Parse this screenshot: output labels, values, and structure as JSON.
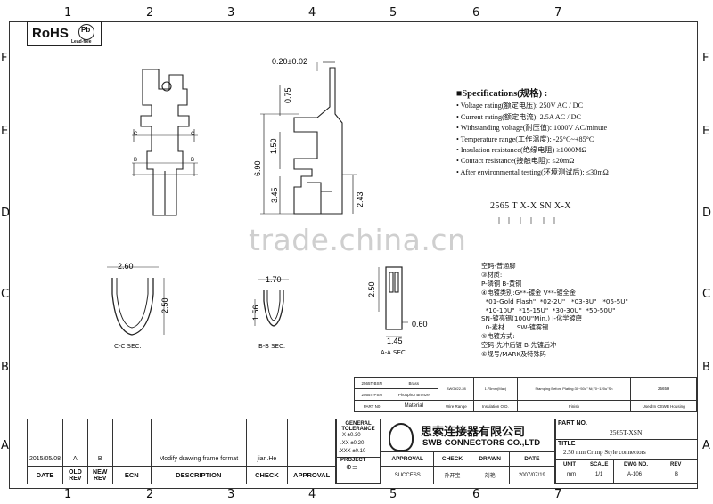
{
  "zones": {
    "cols": [
      "1",
      "2",
      "3",
      "4",
      "5",
      "6",
      "7"
    ],
    "rows": [
      "F",
      "E",
      "D",
      "C",
      "B",
      "A"
    ]
  },
  "rohs": {
    "label": "RoHS",
    "pb": "Pb",
    "lead_free": "Lead-free"
  },
  "dims": {
    "top_width": "0.20±0.02",
    "d075": "0.75",
    "d150": "1.50",
    "d690": "6.90",
    "d345": "3.45",
    "d243": "2.43",
    "cc_width": "2.60",
    "cc_height": "2.50",
    "bb_width": "1.70",
    "bb_height": "1.56",
    "aa_height": "2.50",
    "aa_width": "1.45",
    "aa_thick": "0.60",
    "letter_c": "C",
    "letter_b": "B"
  },
  "sections": {
    "cc": "C-C SEC.",
    "bb": "B-B SEC.",
    "aa": "A-A SEC."
  },
  "watermark": "trade.china.cn",
  "specs": {
    "title": "■Specifications(规格) :",
    "items": [
      "• Voltage rating(额定电压): 250V AC / DC",
      "• Current rating(额定电流): 2.5A  AC / DC",
      "• Withstanding voltage(耐压值): 1000V AC/minute",
      "• Temperature range(工作温度): -25°C~+85°C",
      "• Insulation resistance(绝缘电阻) ≥1000MΩ",
      "• Contact resistance(接触电阻): ≤20mΩ",
      "• After environmental testing(环境测试后): ≤30mΩ"
    ]
  },
  "pn_code": "2565 T X-X SN X-X",
  "notes": [
    "空码-普通脚",
    "③材质:",
    "  P-磷铜  B-黄铜",
    "④电镀类别:G**-镀金   V**-镀全金",
    "  *01-Gold Flash\"  *02-2U\"   *03-3U\"   *05-5U\"",
    "  *10-10U\"  *15-15U\"  *30-30U\"  *50-50U\"",
    "  SN-镀亮锡(100U\"Min.)  I-化学镀磨",
    "  0-素材      SW-镀雾锡",
    "⑤电镀方式:",
    "  空码-先冲后镀  B-先镀后冲",
    "⑥规号/MARK及特殊码"
  ],
  "material_table": {
    "row1": [
      "2565T-BSN",
      "Brass",
      "AWG#22-28",
      "1.75mm(Max)",
      "Stamping Before Plating:30~50u\" Ni;70~120u\"Sn",
      "2565H"
    ],
    "row2": [
      "2565T-PSN",
      "Phosphor Bronze"
    ],
    "header": [
      "PART N0",
      "Material",
      "Wire Range",
      "Insulation  O.D.",
      "Finish",
      "Used In CSWB  Housing"
    ]
  },
  "title_block": {
    "revision": {
      "date": "2015/05/08",
      "old_rev": "A",
      "new_rev": "B",
      "ecn": "",
      "description": "Modify drawing frame format",
      "check": "jian.He",
      "approval": ""
    },
    "headers": {
      "date": "DATE",
      "old_rev": "OLD\nREV",
      "new_rev": "NEW\nREV",
      "ecn": "ECN",
      "description": "DESCRIPTION",
      "check": "CHECK",
      "approval": "APPROVAL"
    },
    "tolerance": {
      "title": "GENERAL\nTOLERANCE",
      "x": "X   ±0.30",
      "xx": ".XX   ±0.20",
      "xxx": ".XXX  ±0.10"
    },
    "projection": "PROJECT",
    "company_cn": "思索连接器有限公司",
    "company_en": "SWB CONNECTORS CO.,LTD",
    "approval_row": {
      "approval": "APPROVAL",
      "check": "CHECK",
      "drawn": "DRAWN",
      "date": "DATE"
    },
    "approval_vals": {
      "approval": "SUCCESS",
      "check": "孙开宝",
      "drawn": "刘艳",
      "date": "2007/07/19"
    },
    "part_no_label": "PART NO.",
    "part_no": "2565T-XSN",
    "title_label": "TITLE",
    "title": "2.50  mm Crimp Style connectors",
    "unit_label": "UNIT",
    "unit": "mm",
    "scale_label": "SCALE",
    "scale": "1/1",
    "dwg_label": "DWG NO.",
    "dwg": "A-106",
    "rev_label": "REV",
    "rev": "B"
  }
}
